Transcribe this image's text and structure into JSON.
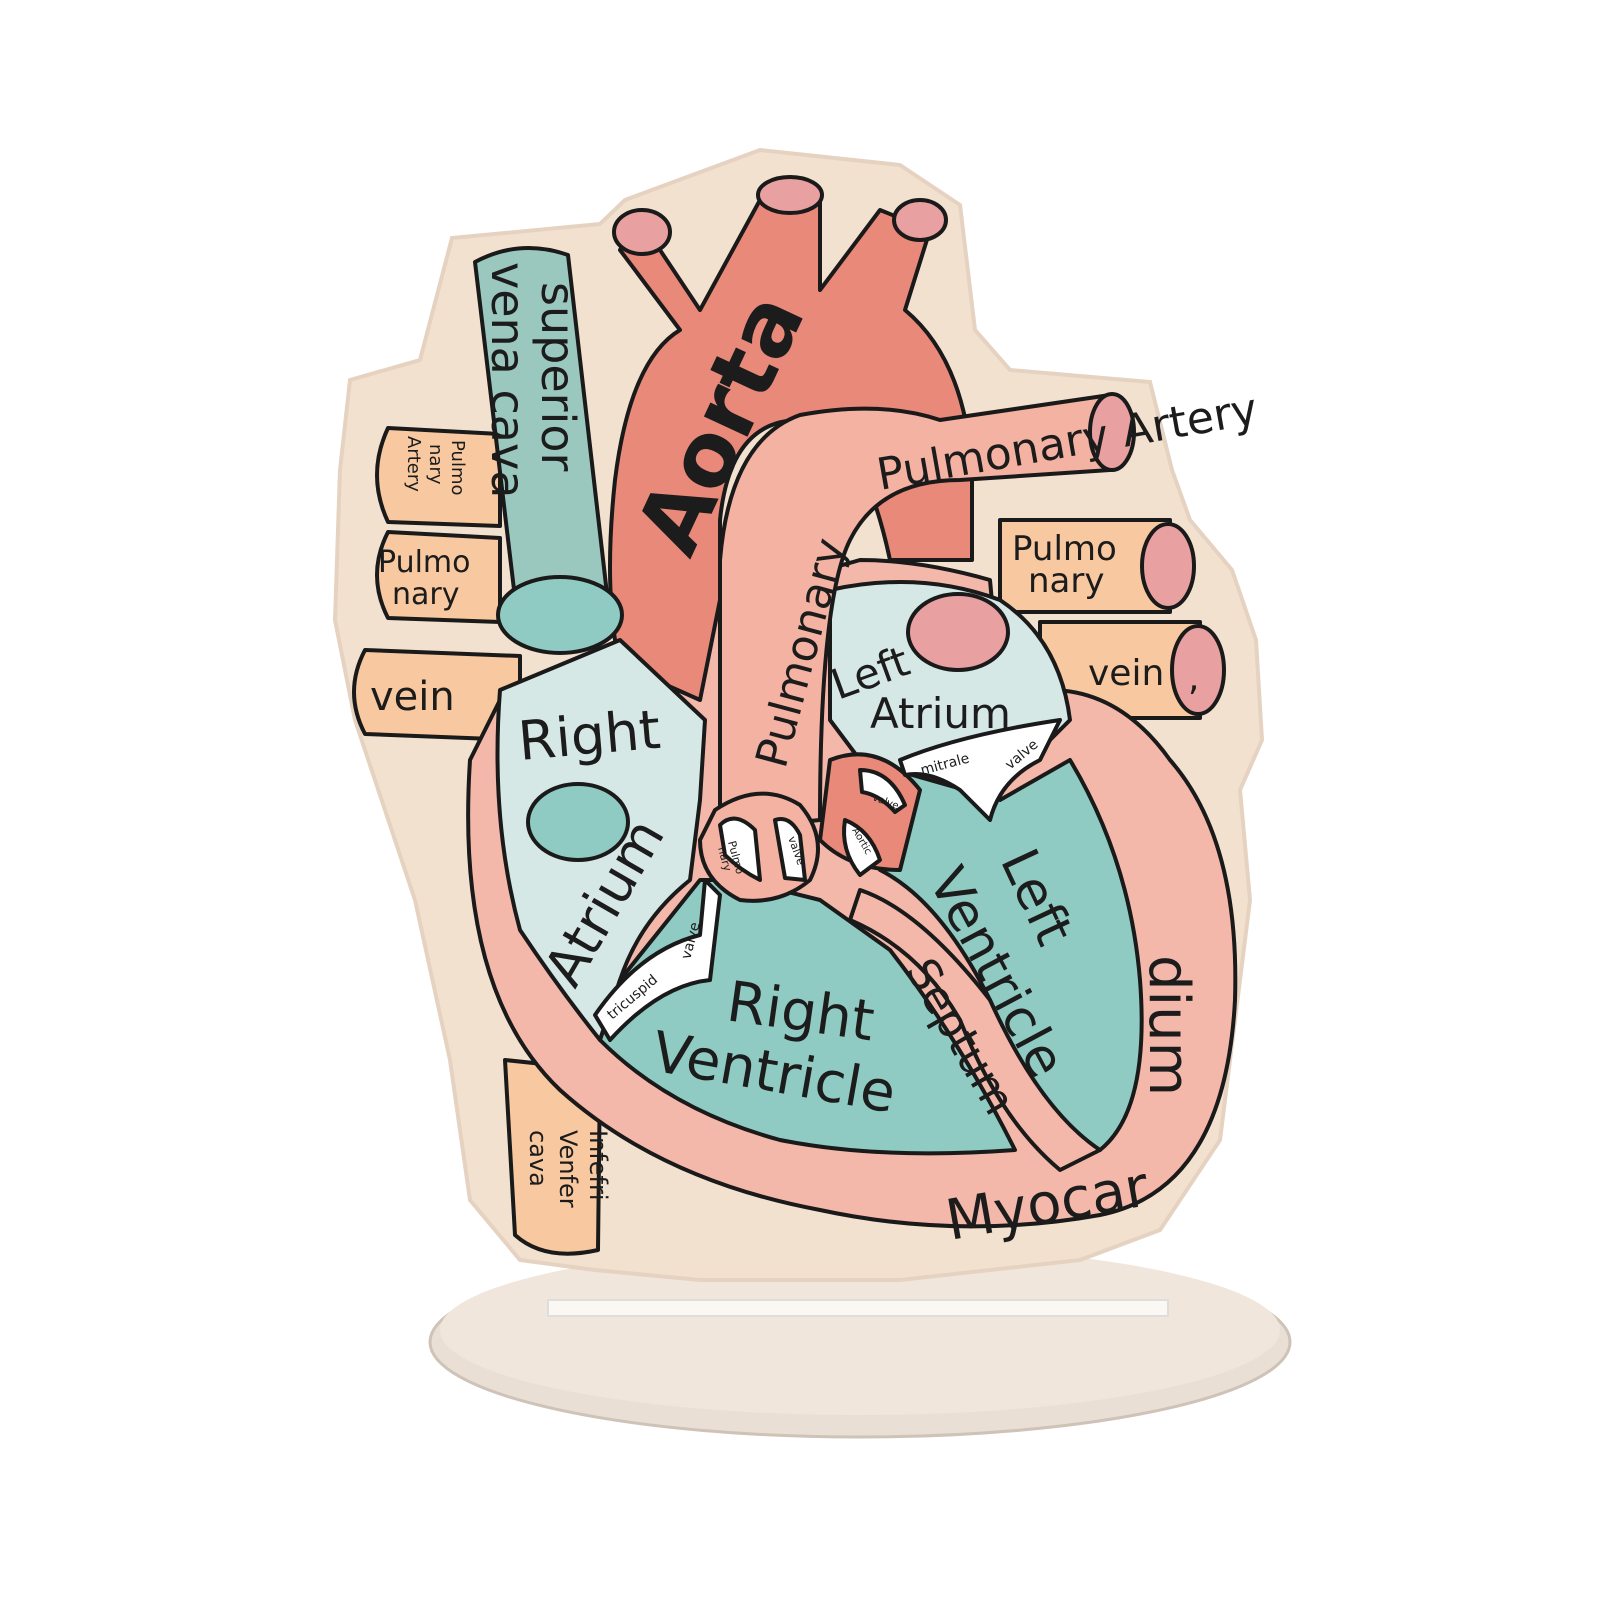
{
  "colors": {
    "background": "#ffffff",
    "acrylic": "#f3e1cf",
    "aorta": "#e8897a",
    "pulmonary_artery": "#f4b2a2",
    "vessel_end": "#e8a0a0",
    "vena_cava": "#9bc8be",
    "pulmonary_vein": "#f8c9a0",
    "chamber_light": "#d6e8e5",
    "chamber_teal": "#8fcbc2",
    "myocardium": "#f4b8aa",
    "valve": "#ffffff",
    "outline": "#1a1a1a"
  },
  "labels": {
    "aorta": "Aorta",
    "superior_vena_cava_1": "superior",
    "superior_vena_cava_2": "vena cava",
    "pulmonary_artery": "Pulmonary Artery",
    "pulmonary_artery_trunk": "Pulmonary",
    "left_pulmonary_artery_1": "Pulmo",
    "left_pulmonary_artery_2": "nary",
    "left_pulmonary_artery_3": "Artery",
    "left_pulmonary_1": "Pulmo",
    "left_pulmonary_2": "nary",
    "left_vein": "vein",
    "right_pulmonary_1": "Pulmo",
    "right_pulmonary_2": "nary",
    "right_vein": "vein",
    "right_vein_mark": ",",
    "right_atrium_1": "Right",
    "right_atrium_2": "Atrium",
    "left_atrium_1": "Left",
    "left_atrium_2": "Atrium",
    "right_ventricle_1": "Right",
    "right_ventricle_2": "Ventricle",
    "left_ventricle_1": "Left",
    "left_ventricle_2": "Ventricle",
    "septum": "Septum",
    "myocardium_1": "Myocar",
    "myocardium_2": "dium",
    "inferior_vena_cava_1": "Infefri",
    "inferior_vena_cava_2": "Venfer",
    "inferior_vena_cava_3": "cava",
    "tricuspid_valve_1": "tricuspid",
    "tricuspid_valve_2": "valve",
    "pulmonary_valve_1": "Pulmo",
    "pulmonary_valve_2": "nary",
    "pulmonary_valve_3": "valve",
    "aortic_valve_1": "Aortic",
    "aortic_valve_2": "valve",
    "mitral_valve_1": "mitrale",
    "mitral_valve_2": "valve"
  }
}
